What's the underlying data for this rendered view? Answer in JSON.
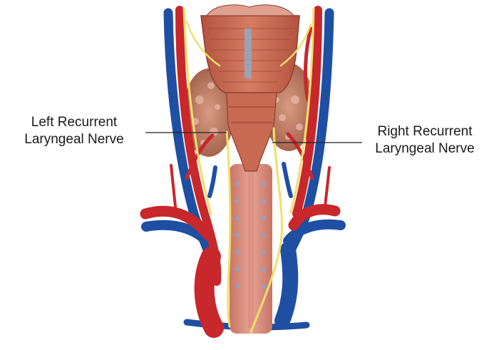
{
  "labels": {
    "left": {
      "line1": "Left Recurrent",
      "line2": "Laryngeal Nerve"
    },
    "right": {
      "line1": "Right Recurrent",
      "line2": "Laryngeal Nerve"
    }
  },
  "colors": {
    "artery": "#c8272b",
    "vein": "#1e4fa3",
    "nerve": "#f0df6a",
    "muscle": "#c8674f",
    "thyroid": "#b9775f",
    "trachea": "#d98a7c",
    "ring": "#8fa2c8",
    "leader": "#222222"
  }
}
